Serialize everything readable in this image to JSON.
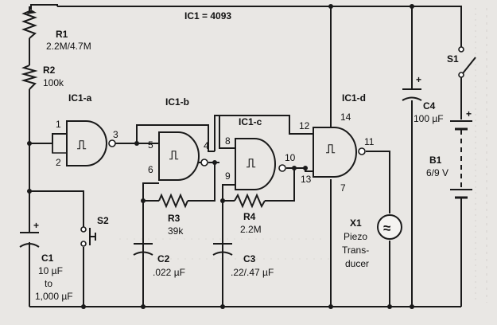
{
  "ic_title": "IC1 = 4093",
  "gates": [
    {
      "name": "IC1-a",
      "pins": [
        "1",
        "2",
        "3"
      ]
    },
    {
      "name": "IC1-b",
      "pins": [
        "5",
        "6",
        "4"
      ]
    },
    {
      "name": "IC1-c",
      "pins": [
        "8",
        "9",
        "10"
      ]
    },
    {
      "name": "IC1-d",
      "pins": [
        "12",
        "13",
        "11",
        "14",
        "7"
      ]
    }
  ],
  "schmitt_symbol": "⎍",
  "resistors": {
    "r1": {
      "name": "R1",
      "value": "2.2M/4.7M"
    },
    "r2": {
      "name": "R2",
      "value": "100k"
    },
    "r3": {
      "name": "R3",
      "value": "39k"
    },
    "r4": {
      "name": "R4",
      "value": "2.2M"
    }
  },
  "capacitors": {
    "c1": {
      "name": "C1",
      "value_lines": [
        "10 µF",
        "to",
        "1,000 µF"
      ]
    },
    "c2": {
      "name": "C2",
      "value": ".022 µF"
    },
    "c3": {
      "name": "C3",
      "value": ".22/.47 µF"
    },
    "c4": {
      "name": "C4",
      "value": "100 µF"
    }
  },
  "switches": {
    "s1": "S1",
    "s2": "S2"
  },
  "battery": {
    "name": "B1",
    "value": "6/9 V"
  },
  "transducer": {
    "name": "X1",
    "lines": [
      "Piezo",
      "Trans-",
      "ducer"
    ],
    "symbol": "≈"
  },
  "polarity": {
    "plus": "+"
  }
}
